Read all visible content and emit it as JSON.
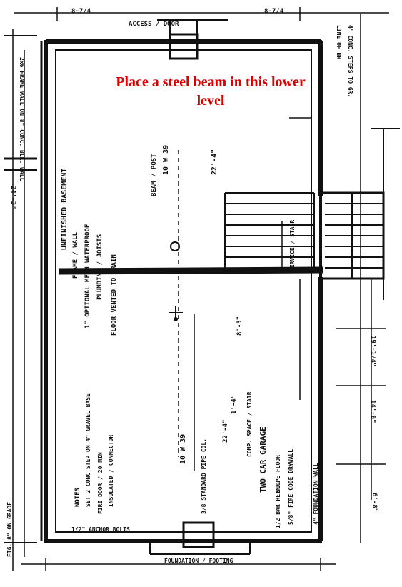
{
  "annotation": {
    "text": "Place a steel beam in this lower level",
    "color": "#dd0000"
  },
  "ink_color": "#111111",
  "labels": {
    "top_dim_left": "8-7/4",
    "top_dim_right": "8-7/4",
    "top_access": "ACCESS / DOOR",
    "left_wall_note": "2x6 FRAME WALL ON 8\" CONC. BLK. WALL",
    "left_dim": "24'-3\"",
    "left_fdn": "FTG. 8\" ON GRADE",
    "interior_note_1": "UNFINISHED BASEMENT",
    "interior_note_2": "FRAME / WALL",
    "interior_note_3": "1\" OPTIONAL MESH WATERPROOF",
    "interior_note_4": "PLUMBING / JOISTS",
    "interior_note_5": "FLOOR VENTED TO DRAIN",
    "beam_note_1": "10 W 39",
    "beam_note_2": "BEAM / POST",
    "beam_note_3": "22'-4\"",
    "lower_note_1": "10 W 39",
    "lower_note_2": "3/8 STANDARD PIPE COL.",
    "lower_dim_1": "22'-4\"",
    "lower_dim_2": "8'-5\"",
    "lower_dim_3": "1'-4\"",
    "garage_label": "TWO CAR GARAGE",
    "garage_note": "COMP. SPACE / STAIR",
    "garage_slope": "SLOPE FLOOR",
    "right_note_1": "LINE OF BH",
    "right_note_2": "4\" CONC. STEPS TO GR.",
    "right_note_3": "SERVICE / STAIR",
    "right_dim_1": "19'-1/4\"",
    "right_dim_2": "14'-6\"",
    "right_dim_3": "6'-8\"",
    "bottom_note_1": "1/2\" ANCHOR BOLTS",
    "bottom_note_2": "FOUNDATION / FOOTING",
    "bottom_left_1": "NOTES",
    "bottom_left_2": "SET 2 CONC STEP ON 4\" GRAVEL BASE",
    "bottom_left_3": "FIRE DOOR / 20 MIN",
    "bottom_left_4": "INSULATED / CONNECTOR",
    "bottom_right_1": "1/2 BAR REINF.",
    "bottom_right_2": "5/8\" FIRE CODE DRYWALL",
    "bottom_right_3": "4\" FOUNDATION WALL"
  }
}
